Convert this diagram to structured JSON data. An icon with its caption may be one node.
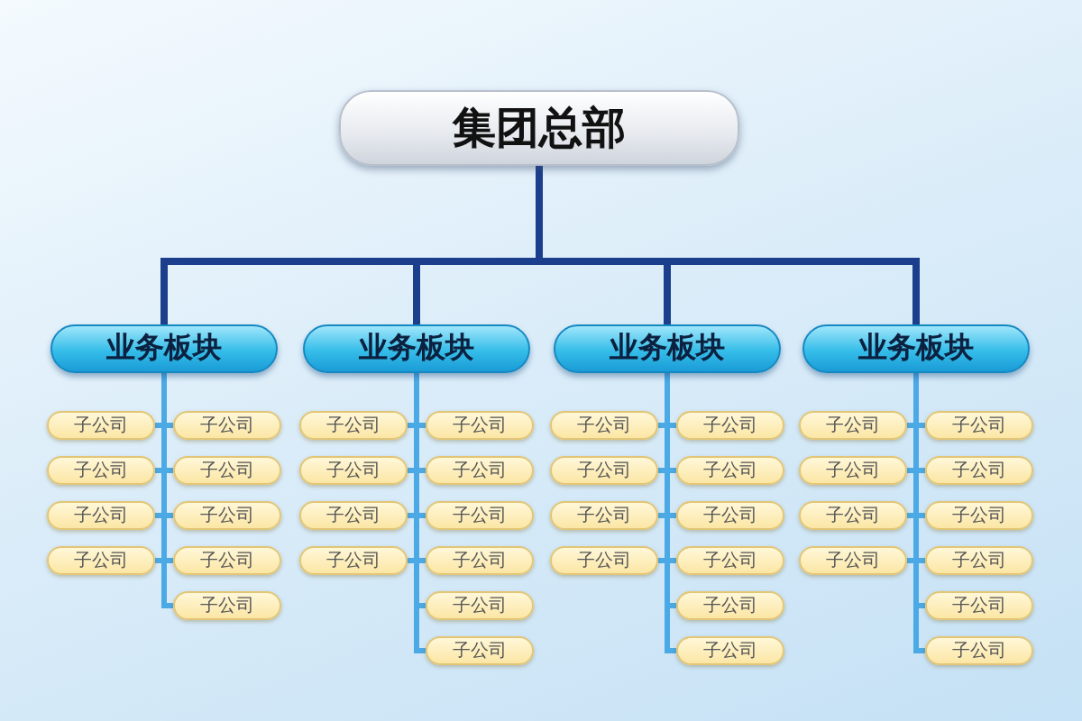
{
  "diagram": {
    "nodes": [
      {
        "text": [
          "集团总部"
        ]
      },
      {
        "text": [
          "业务板块"
        ]
      },
      {
        "text": [
          "子公司"
        ]
      },
      {
        "text": [
          "子公司"
        ]
      },
      {
        "text": [
          "子公司"
        ]
      },
      {
        "text": [
          "子公司"
        ]
      },
      {
        "text": [
          "子公司"
        ]
      },
      {
        "text": [
          "子公司"
        ]
      },
      {
        "text": [
          "子公司"
        ]
      },
      {
        "text": [
          "子公司"
        ]
      },
      {
        "text": [
          "子公司"
        ]
      },
      {
        "text": [
          "业务板块"
        ]
      },
      {
        "text": [
          "子公司"
        ]
      },
      {
        "text": [
          "子公司"
        ]
      },
      {
        "text": [
          "子公司"
        ]
      },
      {
        "text": [
          "子公司"
        ]
      },
      {
        "text": [
          "子公司"
        ]
      },
      {
        "text": [
          "子公司"
        ]
      },
      {
        "text": [
          "子公司"
        ]
      },
      {
        "text": [
          "子公司"
        ]
      },
      {
        "text": [
          "子公司"
        ]
      },
      {
        "text": [
          "子公司"
        ]
      },
      {
        "text": [
          "业务板块"
        ]
      },
      {
        "text": [
          "子公司"
        ]
      },
      {
        "text": [
          "子公司"
        ]
      },
      {
        "text": [
          "子公司"
        ]
      },
      {
        "text": [
          "子公司"
        ]
      },
      {
        "text": [
          "子公司"
        ]
      },
      {
        "text": [
          "子公司"
        ]
      },
      {
        "text": [
          "子公司"
        ]
      },
      {
        "text": [
          "子公司"
        ]
      },
      {
        "text": [
          "子公司"
        ]
      },
      {
        "text": [
          "子公司"
        ]
      },
      {
        "text": [
          "业务板块"
        ]
      },
      {
        "text": [
          "子公司"
        ]
      },
      {
        "text": [
          "子公司"
        ]
      },
      {
        "text": [
          "子公司"
        ]
      },
      {
        "text": [
          "子公司"
        ]
      },
      {
        "text": [
          "子公司"
        ]
      },
      {
        "text": [
          "子公司"
        ]
      },
      {
        "text": [
          "子公司"
        ]
      },
      {
        "text": [
          "子公司"
        ]
      },
      {
        "text": [
          "子公司"
        ]
      },
      {
        "text": [
          "子公司"
        ]
      }
    ],
    "edges": [
      {
        "from": 0,
        "to": 1,
        "arrow": "none",
        "color": "#1b3f8c"
      },
      {
        "from": 0,
        "to": 11,
        "arrow": "none",
        "color": "#1b3f8c"
      },
      {
        "from": 0,
        "to": 22,
        "arrow": "none",
        "color": "#1b3f8c"
      },
      {
        "from": 0,
        "to": 33,
        "arrow": "none",
        "color": "#1b3f8c"
      },
      {
        "from": 1,
        "to": 2,
        "arrow": "none"
      },
      {
        "from": 1,
        "to": 3,
        "arrow": "none"
      },
      {
        "from": 1,
        "to": 4,
        "arrow": "none"
      },
      {
        "from": 1,
        "to": 5,
        "arrow": "none"
      },
      {
        "from": 1,
        "to": 6,
        "arrow": "none"
      },
      {
        "from": 1,
        "to": 7,
        "arrow": "none"
      },
      {
        "from": 1,
        "to": 8,
        "arrow": "none"
      },
      {
        "from": 1,
        "to": 9,
        "arrow": "none"
      },
      {
        "from": 1,
        "to": 10,
        "arrow": "none"
      },
      {
        "from": 11,
        "to": 12,
        "arrow": "none"
      },
      {
        "from": 11,
        "to": 13,
        "arrow": "none"
      },
      {
        "from": 11,
        "to": 14,
        "arrow": "none"
      },
      {
        "from": 11,
        "to": 15,
        "arrow": "none"
      },
      {
        "from": 11,
        "to": 16,
        "arrow": "none"
      },
      {
        "from": 11,
        "to": 17,
        "arrow": "none"
      },
      {
        "from": 11,
        "to": 18,
        "arrow": "none"
      },
      {
        "from": 11,
        "to": 19,
        "arrow": "none"
      },
      {
        "from": 11,
        "to": 20,
        "arrow": "none"
      },
      {
        "from": 11,
        "to": 21,
        "arrow": "none"
      },
      {
        "from": 22,
        "to": 23,
        "arrow": "none"
      },
      {
        "from": 22,
        "to": 24,
        "arrow": "none"
      },
      {
        "from": 22,
        "to": 25,
        "arrow": "none"
      },
      {
        "from": 22,
        "to": 26,
        "arrow": "none"
      },
      {
        "from": 22,
        "to": 27,
        "arrow": "none"
      },
      {
        "from": 22,
        "to": 28,
        "arrow": "none"
      },
      {
        "from": 22,
        "to": 29,
        "arrow": "none"
      },
      {
        "from": 22,
        "to": 30,
        "arrow": "none"
      },
      {
        "from": 22,
        "to": 31,
        "arrow": "none"
      },
      {
        "from": 22,
        "to": 32,
        "arrow": "none"
      },
      {
        "from": 33,
        "to": 34,
        "arrow": "none"
      },
      {
        "from": 33,
        "to": 35,
        "arrow": "none"
      },
      {
        "from": 33,
        "to": 36,
        "arrow": "none"
      },
      {
        "from": 33,
        "to": 37,
        "arrow": "none"
      },
      {
        "from": 33,
        "to": 38,
        "arrow": "none"
      },
      {
        "from": 33,
        "to": 39,
        "arrow": "none"
      },
      {
        "from": 33,
        "to": 40,
        "arrow": "none"
      },
      {
        "from": 33,
        "to": 41,
        "arrow": "none"
      },
      {
        "from": 33,
        "to": 42,
        "arrow": "none"
      },
      {
        "from": 33,
        "to": 43,
        "arrow": "none"
      }
    ]
  }
}
